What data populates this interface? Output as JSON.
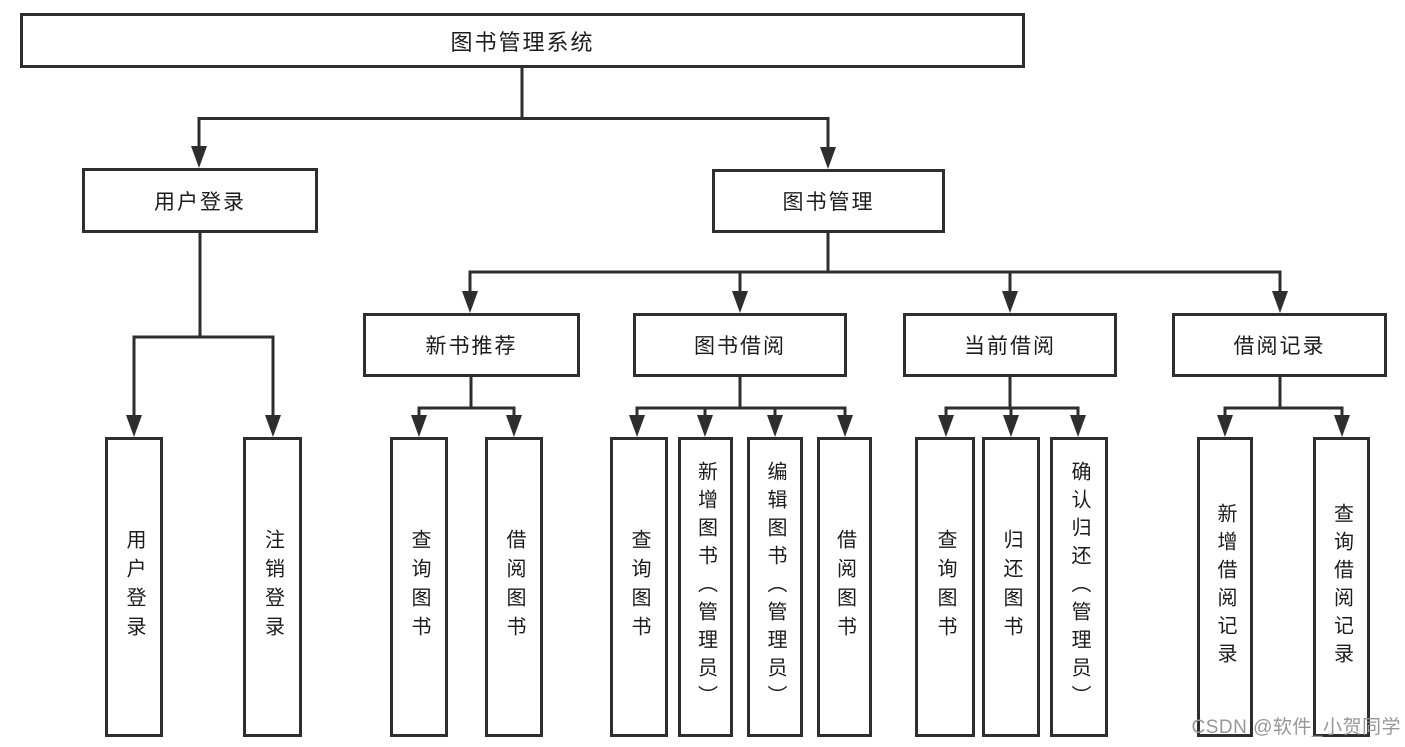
{
  "colors": {
    "line": "#2e2e2e",
    "text": "#1c1c1c",
    "watermark_text": "#979797",
    "background": "#ffffff"
  },
  "watermark": {
    "text": "CSDN @软件_小贺同学"
  },
  "diagram": {
    "type": "hierarchy-tree",
    "root": {
      "label": "图书管理系统",
      "children": [
        {
          "label": "用户登录",
          "children": [
            {
              "label": "用户登录"
            },
            {
              "label": "注销登录"
            }
          ]
        },
        {
          "label": "图书管理",
          "children": [
            {
              "label": "新书推荐",
              "children": [
                {
                  "label": "查询图书"
                },
                {
                  "label": "借阅图书"
                }
              ]
            },
            {
              "label": "图书借阅",
              "children": [
                {
                  "label": "查询图书"
                },
                {
                  "label": "新增图书（管理员）"
                },
                {
                  "label": "编辑图书（管理员）"
                },
                {
                  "label": "借阅图书"
                }
              ]
            },
            {
              "label": "当前借阅",
              "children": [
                {
                  "label": "查询图书"
                },
                {
                  "label": "归还图书"
                },
                {
                  "label": "确认归还（管理员）"
                }
              ]
            },
            {
              "label": "借阅记录",
              "children": [
                {
                  "label": "新增借阅记录"
                },
                {
                  "label": "查询借阅记录"
                }
              ]
            }
          ]
        }
      ]
    }
  }
}
